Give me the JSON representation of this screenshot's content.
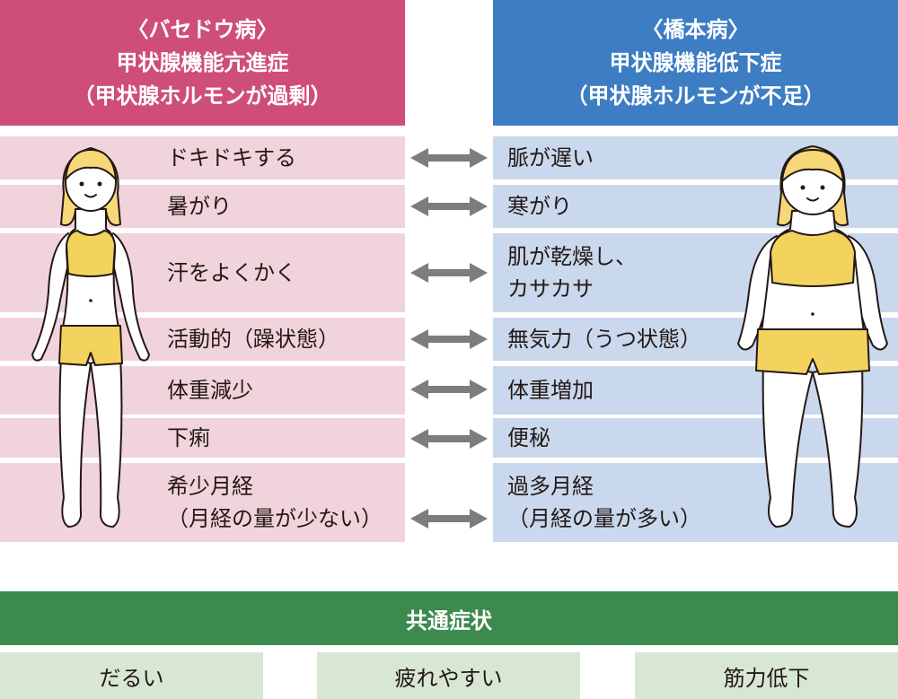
{
  "left_header": {
    "line1": "〈バセドウ病〉",
    "line2": "甲状腺機能亢進症",
    "line3": "（甲状腺ホルモンが過剰）"
  },
  "right_header": {
    "line1": "〈橋本病〉",
    "line2": "甲状腺機能低下症",
    "line3": "（甲状腺ホルモンが不足）"
  },
  "rows": [
    {
      "left": [
        "ドキドキする"
      ],
      "right": [
        "脈が遅い"
      ]
    },
    {
      "left": [
        "暑がり"
      ],
      "right": [
        "寒がり"
      ]
    },
    {
      "left": [
        "汗をよくかく"
      ],
      "right": [
        "肌が乾燥し、",
        "カサカサ"
      ]
    },
    {
      "left": [
        "活動的（躁状態）"
      ],
      "right": [
        "無気力（うつ状態）"
      ]
    },
    {
      "left": [
        "体重減少"
      ],
      "right": [
        "体重増加"
      ]
    },
    {
      "left": [
        "下痢"
      ],
      "right": [
        "便秘"
      ]
    },
    {
      "left": [
        "希少月経",
        "（月経の量が少ない）"
      ],
      "right": [
        "過多月経",
        "（月経の量が多い）"
      ]
    }
  ],
  "common": {
    "title": "共通症状",
    "items": [
      "だるい",
      "疲れやすい",
      "筋力低下"
    ]
  },
  "colors": {
    "hyper_header": "#cf4e79",
    "hyper_row": "#f1d3dc",
    "hypo_header": "#3d7dc3",
    "hypo_row": "#c9d8ec",
    "common_header": "#3d8a4f",
    "common_item": "#d7e7d3",
    "arrow": "#7d7d7d",
    "hair": "#f6d878",
    "clothes": "#f4d25e"
  },
  "icons": [
    "double-arrow-icon",
    "thin-woman-figure",
    "heavy-woman-figure"
  ]
}
